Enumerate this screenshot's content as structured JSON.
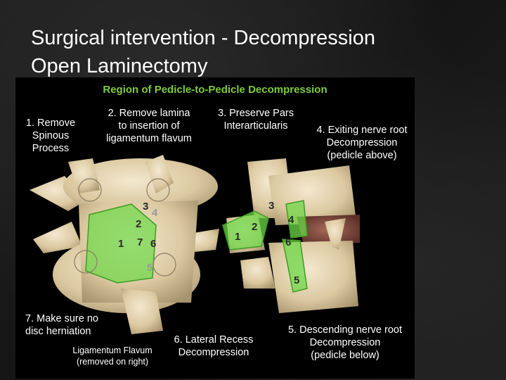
{
  "slide": {
    "title_line1": "Surgical intervention - Decompression",
    "title_line2": "Open Laminectomy"
  },
  "figure": {
    "heading": "Region of Pedicle-to-Pedicle Decompression",
    "heading_color": "#7ecb3b",
    "highlight_color": "#6fd84a",
    "labels": {
      "step1": "1. Remove\nSpinous\nProcess",
      "step2": "2. Remove lamina\nto insertion of\nligamentum flavum",
      "step3": "3. Preserve Pars\nInterarticularis",
      "step4": "4. Exiting nerve root\nDecompression\n(pedicle above)",
      "step5": "5. Descending nerve root\nDecompression\n(pedicle below)",
      "step6": "6. Lateral Recess\nDecompression",
      "step7": "7. Make sure no\ndisc herniation",
      "ligamentum": "Ligamentum Flavum\n(removed on right)"
    },
    "markers_left": [
      "1",
      "2",
      "3",
      "4",
      "5",
      "6",
      "7"
    ],
    "markers_right": [
      "1",
      "2",
      "3",
      "4",
      "5",
      "6"
    ]
  }
}
